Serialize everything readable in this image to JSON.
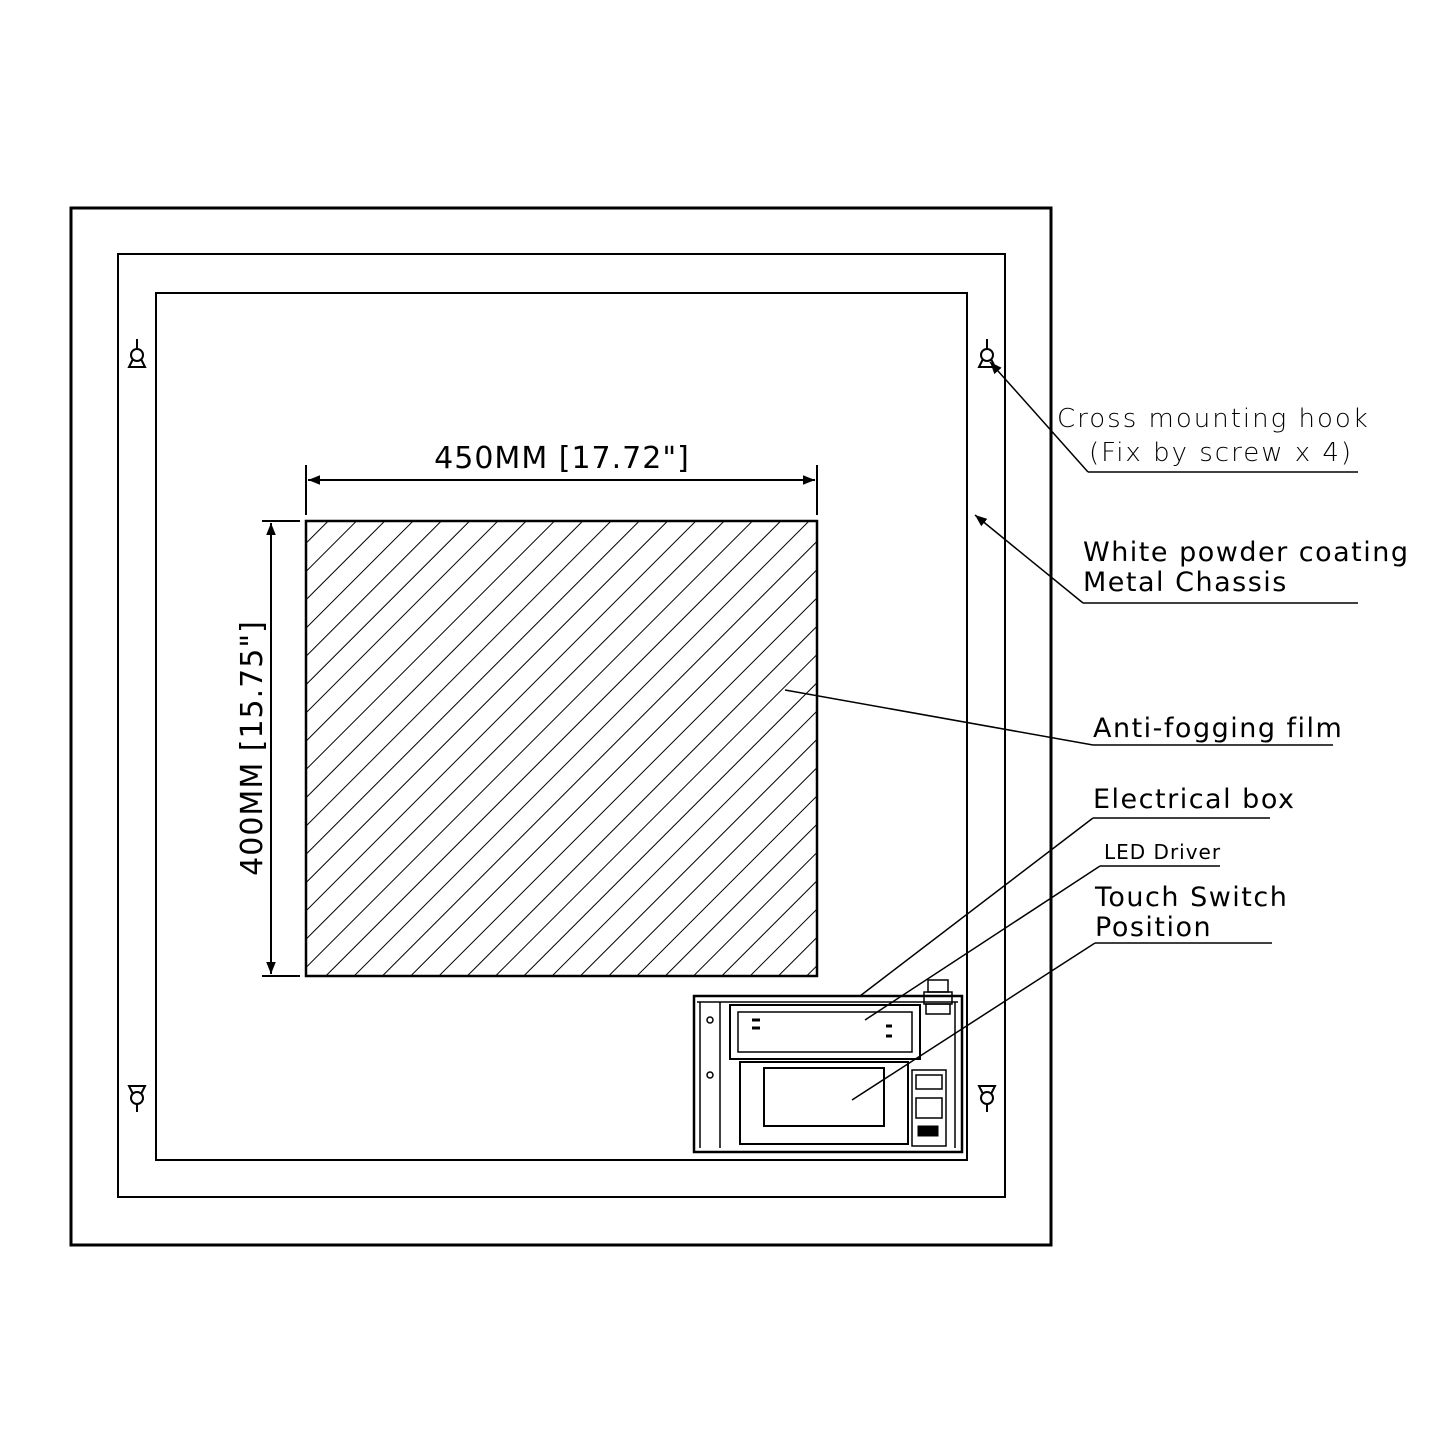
{
  "dimensions": {
    "width_label": "450MM [17.72\"]",
    "height_label": "400MM [15.75\"]"
  },
  "callouts": {
    "hook_line1": "Cross mounting hook",
    "hook_line2": "(Fix by screw x 4)",
    "chassis_line1": "White powder coating",
    "chassis_line2": "Metal Chassis",
    "film": "Anti-fogging film",
    "electrical_box": "Electrical box",
    "led_driver": "LED Driver",
    "touch_line1": "Touch Switch",
    "touch_line2": "Position"
  },
  "colors": {
    "line": "#000000",
    "background": "#ffffff"
  }
}
